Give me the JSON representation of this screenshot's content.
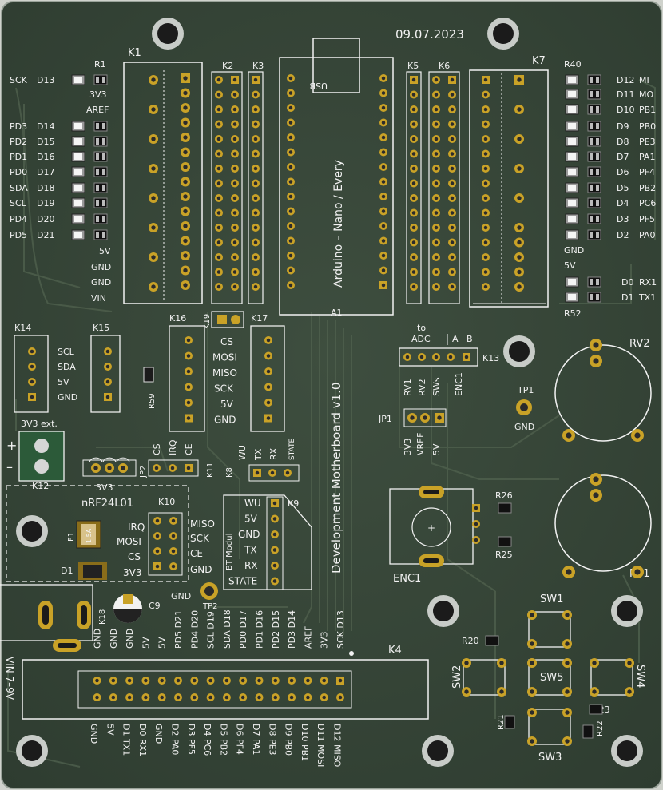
{
  "board": {
    "date": "09.07.2023",
    "title": "Development Motherboard v1.0",
    "arduino_label": "Arduino – Nano / Every",
    "usb_label": "USB",
    "a1": "A1",
    "colors": {
      "pcb": "#364537",
      "silk": "#f2f2f2",
      "pad": "#c9a227",
      "hole": "#1b1b1b",
      "trace": "#4a5a48"
    }
  },
  "left_leds": [
    {
      "ref": "R1",
      "sig": "SCK",
      "pin": "D13"
    },
    {
      "sig": "",
      "pin": "3V3"
    },
    {
      "sig": "",
      "pin": "AREF"
    },
    {
      "sig": "PD3",
      "pin": "D14"
    },
    {
      "sig": "PD2",
      "pin": "D15"
    },
    {
      "sig": "PD1",
      "pin": "D16"
    },
    {
      "sig": "PD0",
      "pin": "D17"
    },
    {
      "sig": "SDA",
      "pin": "D18"
    },
    {
      "sig": "SCL",
      "pin": "D19"
    },
    {
      "sig": "PD4",
      "pin": "D20"
    },
    {
      "sig": "PD5",
      "pin": "D21"
    }
  ],
  "left_power": [
    "5V",
    "GND",
    "GND",
    "VIN"
  ],
  "right_leds": [
    {
      "pin": "D12",
      "sig": "MI"
    },
    {
      "pin": "D11",
      "sig": "MO"
    },
    {
      "pin": "D10",
      "sig": "PB1"
    },
    {
      "pin": "D9",
      "sig": "PB0"
    },
    {
      "pin": "D8",
      "sig": "PE3"
    },
    {
      "pin": "D7",
      "sig": "PA1"
    },
    {
      "pin": "D6",
      "sig": "PF4"
    },
    {
      "pin": "D5",
      "sig": "PB2"
    },
    {
      "pin": "D4",
      "sig": "PC6"
    },
    {
      "pin": "D3",
      "sig": "PF5"
    },
    {
      "pin": "D2",
      "sig": "PA0"
    }
  ],
  "right_power": [
    "GND",
    "5V"
  ],
  "right_serial": [
    {
      "pin": "D0",
      "sig": "RX1"
    },
    {
      "pin": "D1",
      "sig": "TX1"
    }
  ],
  "refs": {
    "k1": "K1",
    "k2": "K2",
    "k3": "K3",
    "k5": "K5",
    "k6": "K6",
    "k7": "K7",
    "r40": "R40",
    "r52": "R52",
    "k14": "K14",
    "k15": "K15",
    "k16": "K16",
    "k17": "K17",
    "k19": "K19",
    "r59": "R59",
    "k12": "K12",
    "k11": "K11",
    "k10": "K10",
    "k8": "K8",
    "k9": "K9",
    "jp2": "JP2",
    "jp1": "JP1",
    "f1": "F1",
    "d1": "D1",
    "c9": "C9",
    "k18": "K18",
    "tp2": "TP2",
    "tp1": "TP1",
    "k13": "K13",
    "rv1": "RV1",
    "rv2": "RV2",
    "enc1": "ENC1",
    "r25": "R25",
    "r26": "R26",
    "sw1": "SW1",
    "sw2": "SW2",
    "sw3": "SW3",
    "sw4": "SW4",
    "sw5": "SW5",
    "r20": "R20",
    "r21": "R21",
    "r22": "R22",
    "r23": "R23",
    "k4": "K4",
    "nrf": "nRF24L01"
  },
  "k14_labels": [
    "SCL",
    "SDA",
    "5V",
    "GND"
  ],
  "k16_labels": [
    "CS",
    "MOSI",
    "MISO",
    "SCK",
    "5V",
    "GND"
  ],
  "jp2_labels": [
    "CS",
    "IRQ",
    "CE"
  ],
  "k10_left": [
    "IRQ",
    "MOSI",
    "CS",
    "3V3"
  ],
  "k10_right": [
    "MISO",
    "SCK",
    "CE",
    "GND"
  ],
  "k8_labels": [
    "WU",
    "TX",
    "RX",
    "STATE"
  ],
  "k9_labels": [
    "WU",
    "5V",
    "GND",
    "TX",
    "RX",
    "STATE"
  ],
  "bt_modul": "BT Modul",
  "k12_label": "3V3 ext.",
  "k12_plus": "+",
  "k12_minus": "–",
  "v3v3": "3V3",
  "gnd_tp2": "GND",
  "gnd_tp1": "GND",
  "fuse_text": "1.5A",
  "vin_label": "VIN 7–9V",
  "k13_top": [
    "to",
    "ADC",
    "A",
    "B"
  ],
  "k13_labels": [
    "RV1",
    "RV2",
    "SWs",
    "ENC1"
  ],
  "jp1_labels": [
    "3V3",
    "VREF",
    "5V"
  ],
  "k4_top": [
    "GND",
    "GND",
    "GND",
    "5V",
    "5V",
    "PD5 D21",
    "PD4 D20",
    "SCL D19",
    "SDA D18",
    "PD0 D17",
    "PD1 D16",
    "PD2 D15",
    "PD3 D14",
    "AREF",
    "3V3",
    "SCK D13"
  ],
  "k4_bottom": [
    "GND",
    "5V",
    "D1 TX1",
    "D0 RX1",
    "GND",
    "D2 PA0",
    "D3 PF5",
    "D4 PC6",
    "D5 PB2",
    "D6 PF4",
    "D7 PA1",
    "D8 PE3",
    "D9 PB0",
    "D10 PB1",
    "D11 MOSI",
    "D12 MISO"
  ]
}
